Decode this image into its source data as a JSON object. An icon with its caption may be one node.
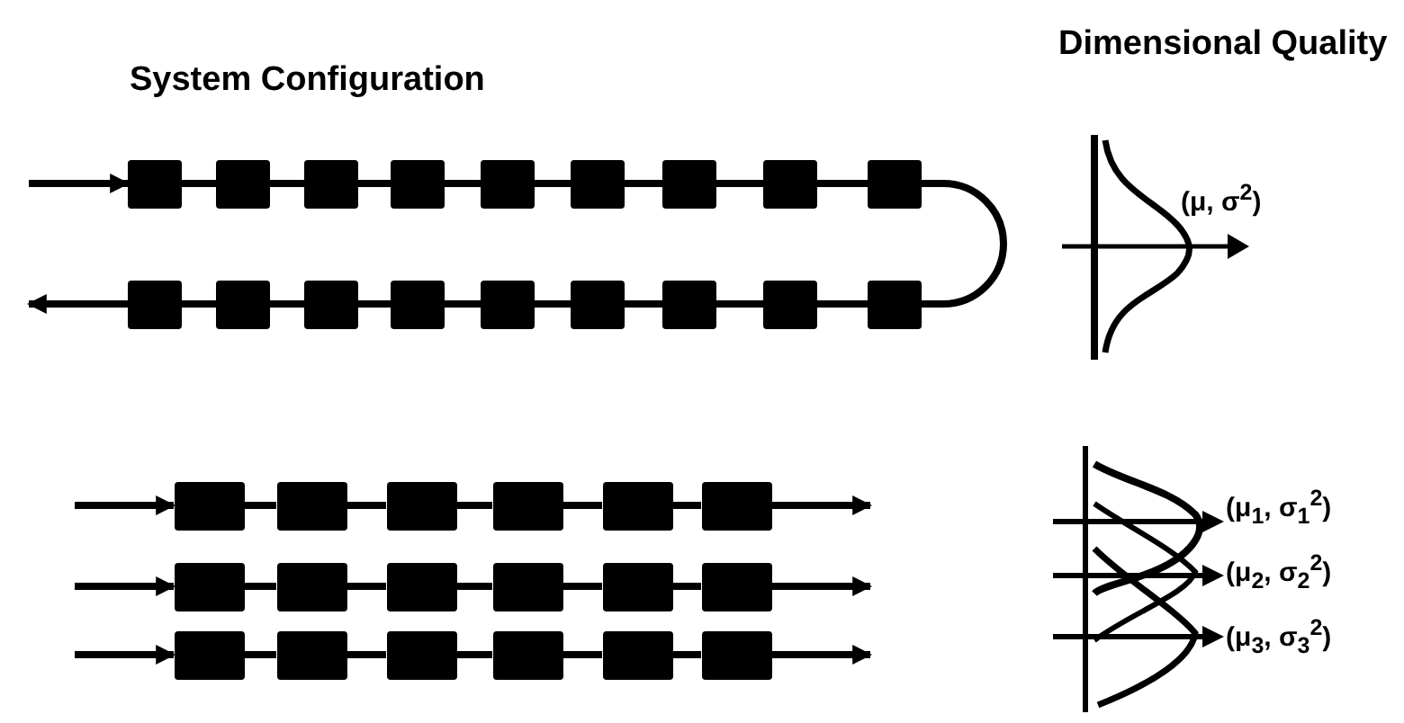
{
  "diagram": {
    "nodes": [
      {
        "text": [],
        "shape": "box"
      },
      {
        "text": [],
        "shape": "box"
      },
      {
        "text": [],
        "shape": "box"
      },
      {
        "text": [],
        "shape": "box"
      },
      {
        "text": [],
        "shape": "box"
      },
      {
        "text": [],
        "shape": "box"
      },
      {
        "text": [],
        "shape": "box"
      },
      {
        "text": [],
        "shape": "box"
      },
      {
        "text": [],
        "shape": "box"
      },
      {
        "text": [],
        "shape": "box"
      },
      {
        "text": [],
        "shape": "box"
      },
      {
        "text": [],
        "shape": "box"
      },
      {
        "text": [],
        "shape": "box"
      },
      {
        "text": [],
        "shape": "box"
      },
      {
        "text": [],
        "shape": "box"
      },
      {
        "text": [],
        "shape": "box"
      },
      {
        "text": [],
        "shape": "box"
      },
      {
        "text": [],
        "shape": "box"
      },
      {
        "text": [],
        "shape": "box"
      },
      {
        "text": [],
        "shape": "box"
      },
      {
        "text": [],
        "shape": "box"
      },
      {
        "text": [],
        "shape": "box"
      },
      {
        "text": [],
        "shape": "box"
      },
      {
        "text": [],
        "shape": "box"
      },
      {
        "text": [],
        "shape": "box"
      },
      {
        "text": [],
        "shape": "box"
      },
      {
        "text": [],
        "shape": "box"
      },
      {
        "text": [],
        "shape": "box"
      },
      {
        "text": [],
        "shape": "box"
      },
      {
        "text": [],
        "shape": "box"
      },
      {
        "text": [],
        "shape": "box"
      },
      {
        "text": [],
        "shape": "box"
      },
      {
        "text": [],
        "shape": "box"
      },
      {
        "text": [],
        "shape": "box"
      },
      {
        "text": [],
        "shape": "box"
      },
      {
        "text": [],
        "shape": "box"
      }
    ],
    "edges": [
      {
        "from": null,
        "to": 0,
        "arrow": "to"
      },
      {
        "from": 0,
        "to": 1,
        "arrow": "none"
      },
      {
        "from": 1,
        "to": 2,
        "arrow": "none"
      },
      {
        "from": 2,
        "to": 3,
        "arrow": "none"
      },
      {
        "from": 3,
        "to": 4,
        "arrow": "none"
      },
      {
        "from": 4,
        "to": 5,
        "arrow": "none"
      },
      {
        "from": 5,
        "to": 6,
        "arrow": "none"
      },
      {
        "from": 6,
        "to": 7,
        "arrow": "none"
      },
      {
        "from": 7,
        "to": 8,
        "arrow": "none"
      },
      {
        "from": 8,
        "to": 17,
        "arrow": "none"
      },
      {
        "from": 17,
        "to": 16,
        "arrow": "none"
      },
      {
        "from": 16,
        "to": 15,
        "arrow": "none"
      },
      {
        "from": 15,
        "to": 14,
        "arrow": "none"
      },
      {
        "from": 14,
        "to": 13,
        "arrow": "none"
      },
      {
        "from": 13,
        "to": 12,
        "arrow": "none"
      },
      {
        "from": 12,
        "to": 11,
        "arrow": "none"
      },
      {
        "from": 11,
        "to": 10,
        "arrow": "none"
      },
      {
        "from": 10,
        "to": 9,
        "arrow": "none"
      },
      {
        "from": 9,
        "to": null,
        "arrow": "to"
      },
      {
        "from": null,
        "to": 18,
        "arrow": "to"
      },
      {
        "from": 18,
        "to": 19,
        "arrow": "none"
      },
      {
        "from": 19,
        "to": 20,
        "arrow": "none"
      },
      {
        "from": 20,
        "to": 21,
        "arrow": "none"
      },
      {
        "from": 21,
        "to": 22,
        "arrow": "none"
      },
      {
        "from": 22,
        "to": 23,
        "arrow": "none"
      },
      {
        "from": 23,
        "to": null,
        "arrow": "to"
      },
      {
        "from": null,
        "to": 24,
        "arrow": "to"
      },
      {
        "from": 24,
        "to": 25,
        "arrow": "none"
      },
      {
        "from": 25,
        "to": 26,
        "arrow": "none"
      },
      {
        "from": 26,
        "to": 27,
        "arrow": "none"
      },
      {
        "from": 27,
        "to": 28,
        "arrow": "none"
      },
      {
        "from": 28,
        "to": 29,
        "arrow": "none"
      },
      {
        "from": 29,
        "to": null,
        "arrow": "to"
      },
      {
        "from": null,
        "to": 30,
        "arrow": "to"
      },
      {
        "from": 30,
        "to": 31,
        "arrow": "none"
      },
      {
        "from": 31,
        "to": 32,
        "arrow": "none"
      },
      {
        "from": 32,
        "to": 33,
        "arrow": "none"
      },
      {
        "from": 33,
        "to": 34,
        "arrow": "none"
      },
      {
        "from": 34,
        "to": 35,
        "arrow": "none"
      },
      {
        "from": 35,
        "to": null,
        "arrow": "to"
      }
    ],
    "labels": [
      "Dimensional Quality",
      "System Configuration",
      "(μ, σ$^{2}$)",
      "(μ$_{1}$, σ$_{1}$$^{2}$)",
      "(μ$_{2}$, σ$_{2}$$^{2}$)",
      "(μ$_{3}$, σ$_{3}$$^{2}$)"
    ]
  }
}
